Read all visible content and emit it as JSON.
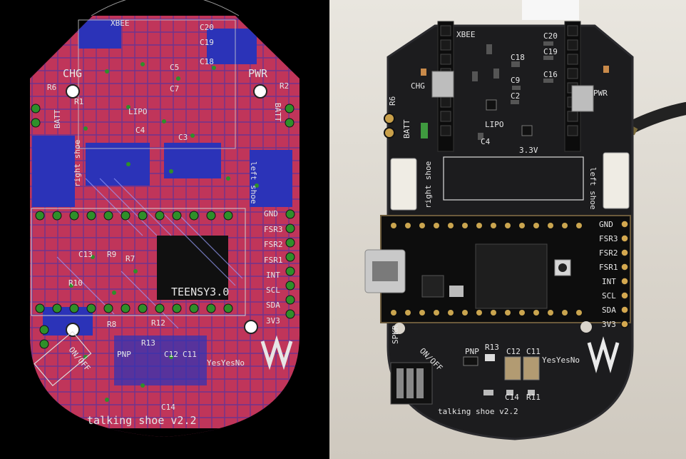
{
  "left": {
    "xbee": "XBEE",
    "chg": "CHG",
    "pwr": "PWR",
    "lipo": "LIPO",
    "batt_l": "BATT",
    "batt_r": "BATT",
    "right_shoe": "right shoe",
    "left_shoe": "left shoe",
    "teensy": "TEENSY3.0",
    "pins": [
      "GND",
      "FSR3",
      "FSR2",
      "FSR1",
      "INT",
      "SCL",
      "SDA",
      "3V3"
    ],
    "on_off": "ON/OFF",
    "pnp": "PNP",
    "brand": "YesYesNo",
    "title": "talking shoe v2.2",
    "refs": [
      "C20",
      "C19",
      "C18",
      "C5",
      "C7",
      "C4",
      "C3",
      "C13",
      "R9",
      "R7",
      "R10",
      "R8",
      "R12",
      "R13",
      "C11",
      "C12",
      "C14",
      "R6",
      "R2",
      "R1"
    ]
  },
  "right": {
    "xbee": "XBEE",
    "chg": "CHG",
    "pwr": "PWR",
    "lipo": "LIPO",
    "batt": "BATT",
    "v33": "3.3V",
    "right_shoe": "right shoe",
    "left_shoe": "left shoe",
    "pins": [
      "GND",
      "FSR3",
      "FSR2",
      "FSR1",
      "INT",
      "SCL",
      "SDA",
      "3V3"
    ],
    "on_off": "ON/OFF",
    "spkr": "SPKR",
    "pnp": "PNP",
    "brand": "YesYesNo",
    "title": "talking shoe v2.2",
    "refs": [
      "C20",
      "C19",
      "C18",
      "C16",
      "C9",
      "C2",
      "C4",
      "R6",
      "R13",
      "C12",
      "C11",
      "C14",
      "R11"
    ]
  },
  "colors": {
    "copper_top": "#c0355a",
    "copper_bottom": "#2b33b8",
    "board_dark": "#1c1c1e",
    "pad_green": "#2f8f2a"
  }
}
